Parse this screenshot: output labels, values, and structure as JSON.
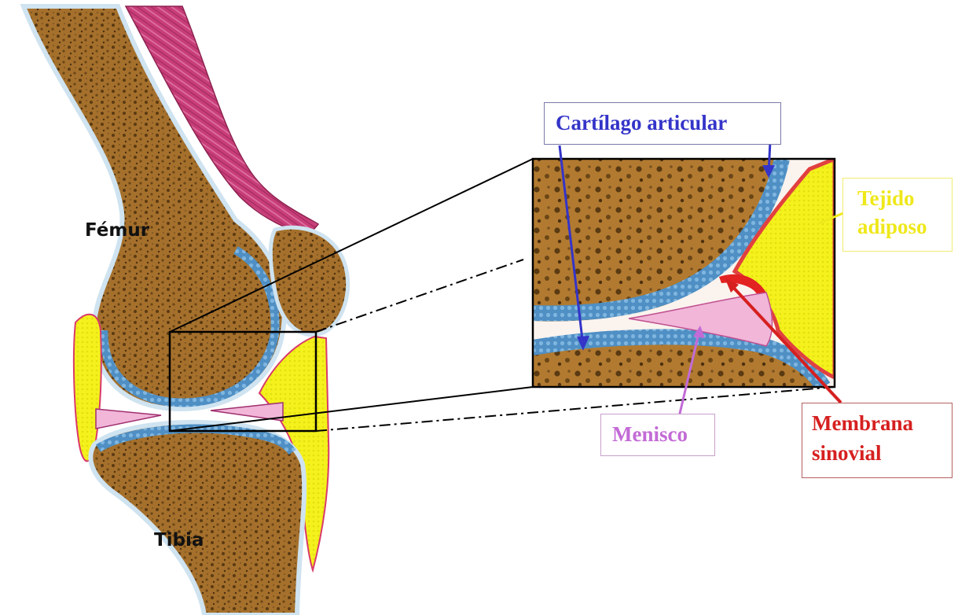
{
  "labels": {
    "femur": "Fémur",
    "tibia": "Tibia",
    "cartilago": "Cartílago articular",
    "tejido_line1": "Tejido",
    "tejido_line2": "adiposo",
    "menisco": "Menisco",
    "membrana_line1": "Membrana",
    "membrana_line2": "sinovial"
  },
  "colors": {
    "bone_fill": "#a5702c",
    "bone_pore": "#5a3a12",
    "cartilage": "#4f8fc4",
    "cartilage_edge": "#2d5f8e",
    "periosteum": "#cfe3f0",
    "muscle": "#c83d78",
    "fat": "#f4f11c",
    "meniscus": "#f1b6d8",
    "synovial": "#e32222",
    "cartilago_label": "#3434c9",
    "tejido_label": "#efe81a",
    "menisco_label": "#c36bd6",
    "membrana_label": "#d62020"
  }
}
